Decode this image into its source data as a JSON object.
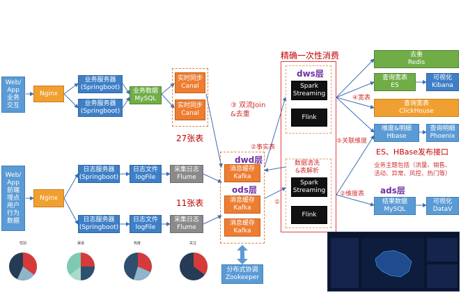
{
  "title": "精确一次性消费",
  "sources": {
    "web_app": "Web/\nApp\n业务\n交互",
    "web_app_log": "Web/\nApp\n前端\n埋点\n用户\n行为\n数据"
  },
  "nginx": "Nginx",
  "business": {
    "server1": "业务服务器\n(Springboot)",
    "server2": "业务服务器\n(Springboot)",
    "mysql": "业务数据\nMySQL"
  },
  "logs": {
    "server1": "日志服务器\n(Springboot)",
    "server2": "日志服务器\n(Springboot)",
    "file1": "日志文件\nlogFile",
    "file2": "日志文件\nlogFile",
    "flume1": "采集日志\nFlume",
    "flume2": "采集日志\nFlume"
  },
  "canal": {
    "c1": "实时同步\nCanal",
    "c2": "实时同步\nCanal"
  },
  "counts": {
    "tables27": "27张表",
    "tables11": "11张表"
  },
  "layers": {
    "dwd": "dwd层",
    "ods": "ods层",
    "dws": "dws层",
    "ads": "ads层"
  },
  "kafka": {
    "k1": "消息缓存\nKafka",
    "k2": "消息缓存\nKafka",
    "k3": "消息缓存\nKafka"
  },
  "zookeeper": "分布式协调\nZookeeper",
  "processing": {
    "spark1": "Spark\nStreaming",
    "flink1": "Flink",
    "spark2": "Spark\nStreaming",
    "flink2": "Flink",
    "clean": "数据清洗\n&表解析"
  },
  "annotations": {
    "join": "③ 双流Join\n&去重",
    "fact": "②事实表",
    "dim_table": "②维度表",
    "wide": "④宽表",
    "assoc_dim": "⑤关联维度",
    "one": "①"
  },
  "outputs": {
    "redis": "去重\nRedis",
    "es": "查询宽表\nES",
    "kibana": "可视化\nKibana",
    "clickhouse": "查询宽表\nClickHouse",
    "hbase": "维度&明细\nHbase",
    "phoenix": "查询明细\nPhoenix",
    "es_hbase_api": "ES、HBase发布接口",
    "topics": "业务主题包括（流量、销售、\n活动、异常、风控、热门等）",
    "result_mysql": "结果数据\nMySQL",
    "datav": "可视化\nDataV"
  },
  "charts": {
    "labels": [
      "性别",
      "渠道",
      "热度",
      "关注"
    ]
  },
  "colors": {
    "blue": "#3e7fc6",
    "orange": "#f0a030",
    "deeporange": "#ed7d31",
    "green": "#70ad47",
    "red": "#e23b3b"
  }
}
